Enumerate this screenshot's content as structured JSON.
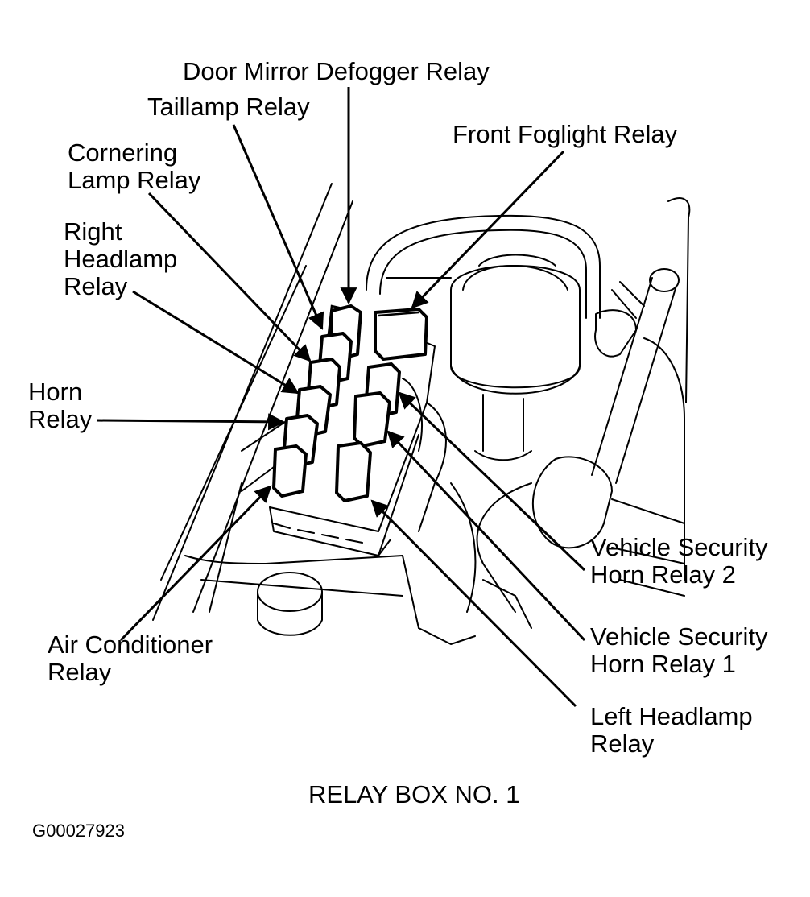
{
  "labels": {
    "door_mirror_defogger": "Door Mirror Defogger Relay",
    "taillamp": "Taillamp Relay",
    "cornering_lamp": [
      "Cornering",
      "Lamp Relay"
    ],
    "front_foglight": "Front Foglight Relay",
    "right_headlamp": [
      "Right",
      "Headlamp",
      "Relay"
    ],
    "horn": [
      "Horn",
      "Relay"
    ],
    "vehicle_security_2": [
      "Vehicle Security",
      "Horn Relay 2"
    ],
    "vehicle_security_1": [
      "Vehicle Security",
      "Horn Relay 1"
    ],
    "air_conditioner": [
      "Air Conditioner",
      "Relay"
    ],
    "left_headlamp": [
      "Left Headlamp",
      "Relay"
    ]
  },
  "caption": "RELAY BOX NO. 1",
  "figure_code": "G00027923"
}
